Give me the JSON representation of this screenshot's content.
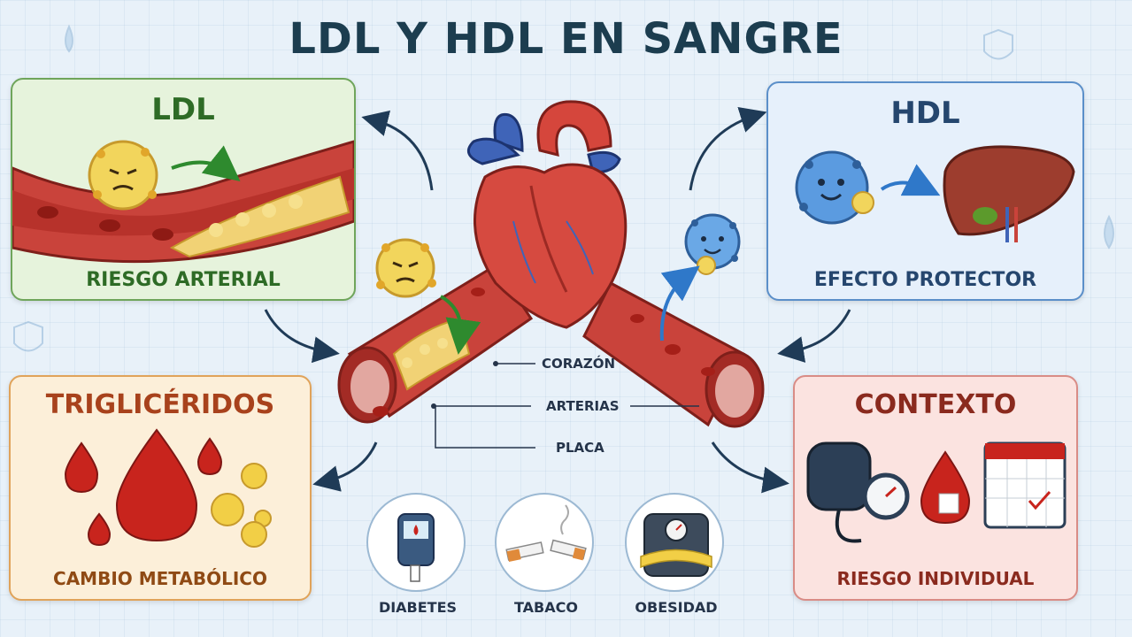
{
  "title": "LDL Y HDL EN SANGRE",
  "panels": {
    "ldl": {
      "title": "LDL",
      "caption": "RIESGO ARTERIAL"
    },
    "hdl": {
      "title": "HDL",
      "caption": "EFECTO PROTECTOR"
    },
    "trigliceridos": {
      "title": "TRIGLICÉRIDOS",
      "caption": "CAMBIO METABÓLICO"
    },
    "contexto": {
      "title": "CONTEXTO",
      "caption": "RIESGO INDIVIDUAL"
    }
  },
  "center_labels": {
    "corazon": "CORAZÓN",
    "arterias": "ARTERIAS",
    "placa": "PLACA"
  },
  "risk_factors": [
    {
      "label": "DIABETES",
      "icon": "glucometer-icon"
    },
    {
      "label": "TABACO",
      "icon": "broken-cigarette-icon"
    },
    {
      "label": "OBESIDAD",
      "icon": "scale-icon"
    }
  ],
  "colors": {
    "ldl_accent": "#2e6b26",
    "hdl_accent": "#25466e",
    "trig_accent": "#a8421c",
    "ctx_accent": "#8a2a1e",
    "artery": "#c9433b",
    "ldl_particle": "#f2d55c",
    "hdl_particle": "#5b9be0"
  }
}
